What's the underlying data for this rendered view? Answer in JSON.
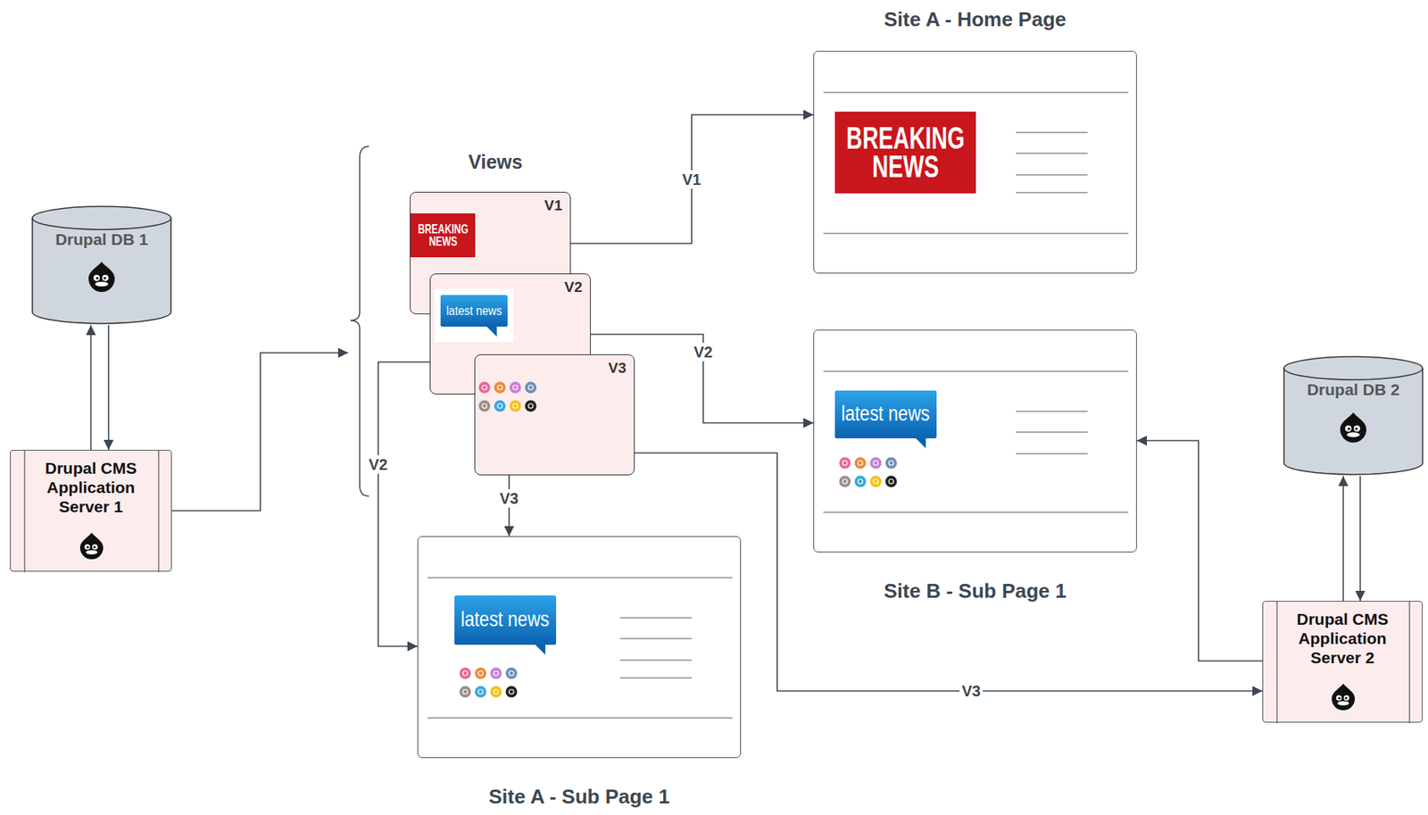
{
  "diagram": {
    "nodes": [
      {
        "text": [
          "Drupal DB 1"
        ]
      },
      {
        "text": [
          "Drupal CMS Application Server 1"
        ]
      },
      {
        "text": [
          "Views"
        ]
      },
      {
        "text": [
          "V1"
        ],
        "in": 2
      },
      {
        "text": [
          "V2"
        ],
        "in": 2
      },
      {
        "text": [
          "V3"
        ],
        "in": 2
      },
      {
        "text": [
          "Site A - Home Page"
        ]
      },
      {
        "text": [
          "Site B - Sub Page 1"
        ]
      },
      {
        "text": [
          "Site A - Sub Page 1"
        ]
      },
      {
        "text": [
          "Drupal DB 2"
        ]
      },
      {
        "text": [
          "Drupal CMS Application Server 2"
        ]
      }
    ],
    "edges": [
      {
        "from": 1,
        "to": 0,
        "arrow": "to"
      },
      {
        "from": 0,
        "to": 1,
        "arrow": "to"
      },
      {
        "from": 1,
        "to": 2,
        "arrow": "to"
      },
      {
        "from": 3,
        "to": 6,
        "label": "V1",
        "arrow": "to"
      },
      {
        "from": 4,
        "to": 7,
        "label": "V2",
        "arrow": "to"
      },
      {
        "from": 4,
        "to": 8,
        "label": "V2",
        "arrow": "to"
      },
      {
        "from": 5,
        "to": 8,
        "label": "V3",
        "arrow": "to"
      },
      {
        "from": 5,
        "to": 10,
        "label": "V3",
        "arrow": "to"
      },
      {
        "from": 10,
        "to": 7,
        "arrow": "to"
      },
      {
        "from": 10,
        "to": 9,
        "arrow": "to"
      },
      {
        "from": 9,
        "to": 10,
        "arrow": "to"
      }
    ],
    "labels": [
      "BREAKING NEWS",
      "latest news",
      "BREAKING NEWS",
      "latest news",
      "latest news"
    ]
  }
}
